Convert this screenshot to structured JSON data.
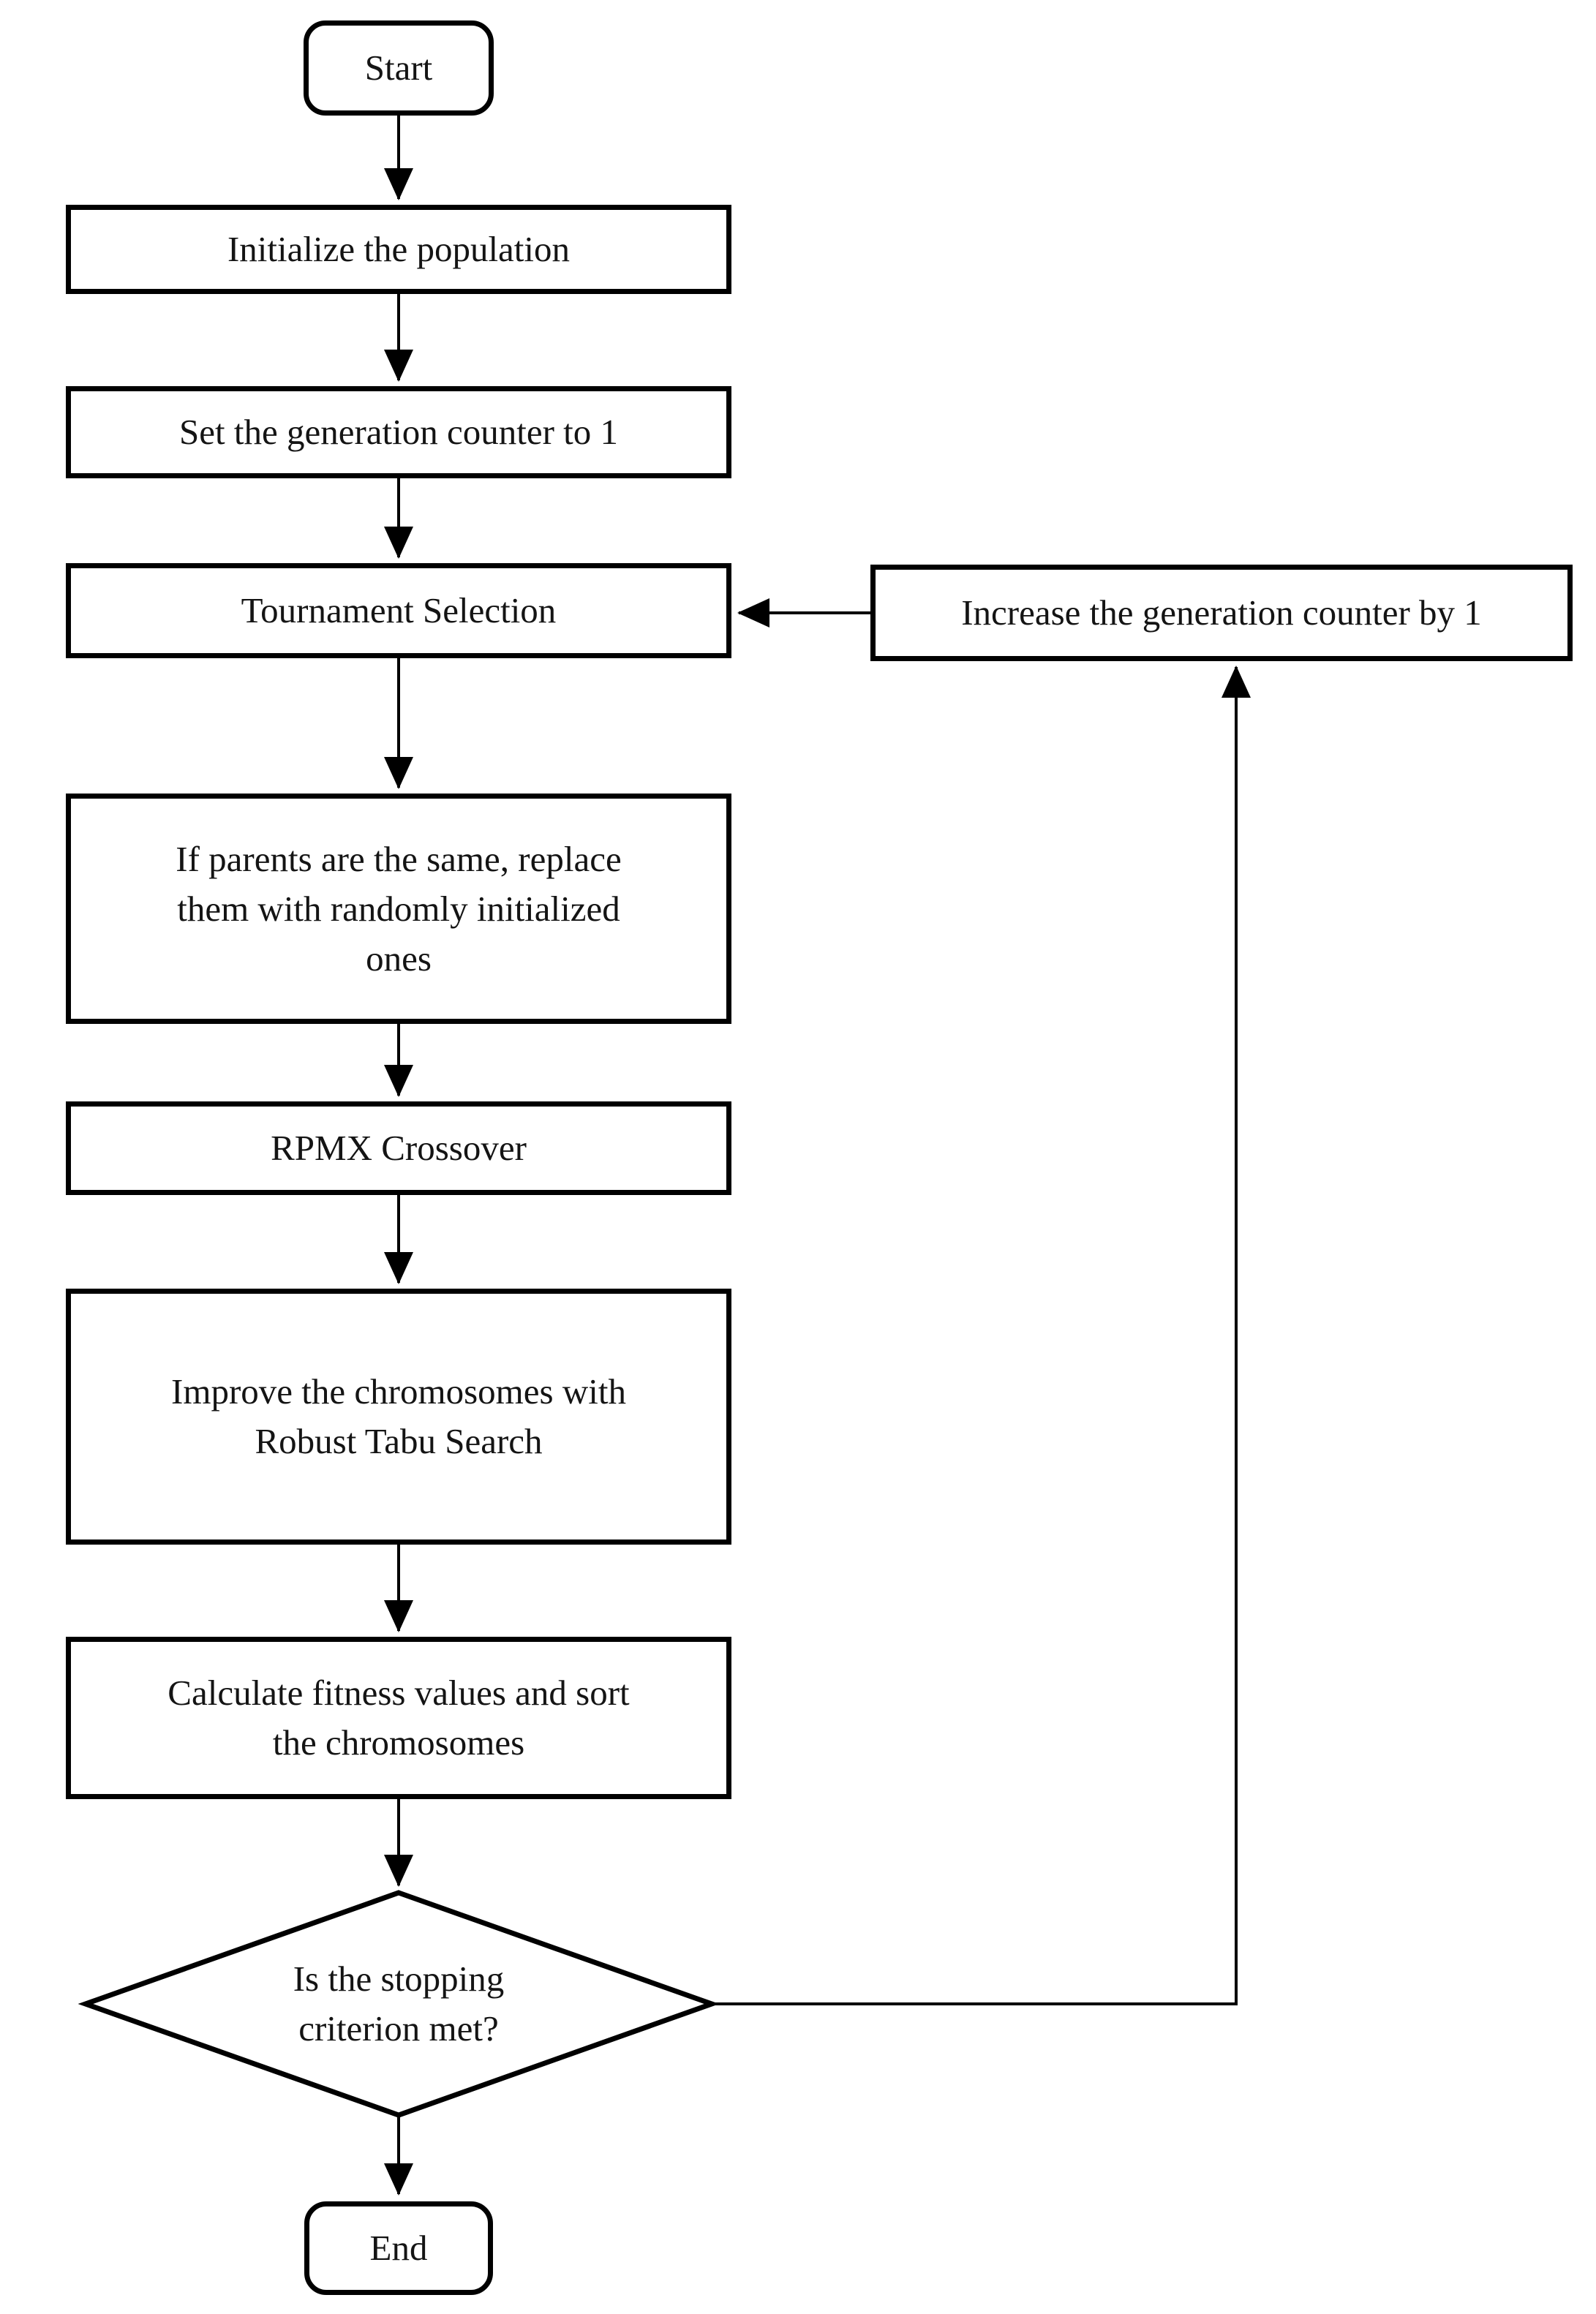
{
  "figure": {
    "type": "flowchart",
    "colors": {
      "background": "#ffffff",
      "line": "#000000",
      "text": "#141414"
    },
    "nodes": {
      "start": {
        "shape": "terminator",
        "label": "Start"
      },
      "initialize": {
        "shape": "process",
        "label": "Initialize the population"
      },
      "set_counter": {
        "shape": "process",
        "label": "Set the generation counter to 1"
      },
      "tournament": {
        "shape": "process",
        "label": "Tournament Selection"
      },
      "replace_parents": {
        "shape": "process",
        "label": "If parents are the same, replace\nthem with randomly initialized\nones"
      },
      "rpmx": {
        "shape": "process",
        "label": "RPMX Crossover"
      },
      "improve": {
        "shape": "process",
        "label": "Improve the chromosomes with\nRobust Tabu Search"
      },
      "fitness": {
        "shape": "process",
        "label": "Calculate fitness values and sort\nthe chromosomes"
      },
      "stopping": {
        "shape": "decision",
        "label": "Is the stopping\ncriterion met?"
      },
      "end": {
        "shape": "terminator",
        "label": "End"
      },
      "increase": {
        "shape": "process",
        "label": "Increase the generation counter by 1"
      }
    },
    "edges": [
      {
        "from": "start",
        "to": "initialize"
      },
      {
        "from": "initialize",
        "to": "set_counter"
      },
      {
        "from": "set_counter",
        "to": "tournament"
      },
      {
        "from": "tournament",
        "to": "replace_parents"
      },
      {
        "from": "replace_parents",
        "to": "rpmx"
      },
      {
        "from": "rpmx",
        "to": "improve"
      },
      {
        "from": "improve",
        "to": "fitness"
      },
      {
        "from": "fitness",
        "to": "stopping"
      },
      {
        "from": "stopping",
        "to": "end"
      },
      {
        "from": "stopping",
        "to": "increase"
      },
      {
        "from": "increase",
        "to": "tournament"
      }
    ]
  }
}
